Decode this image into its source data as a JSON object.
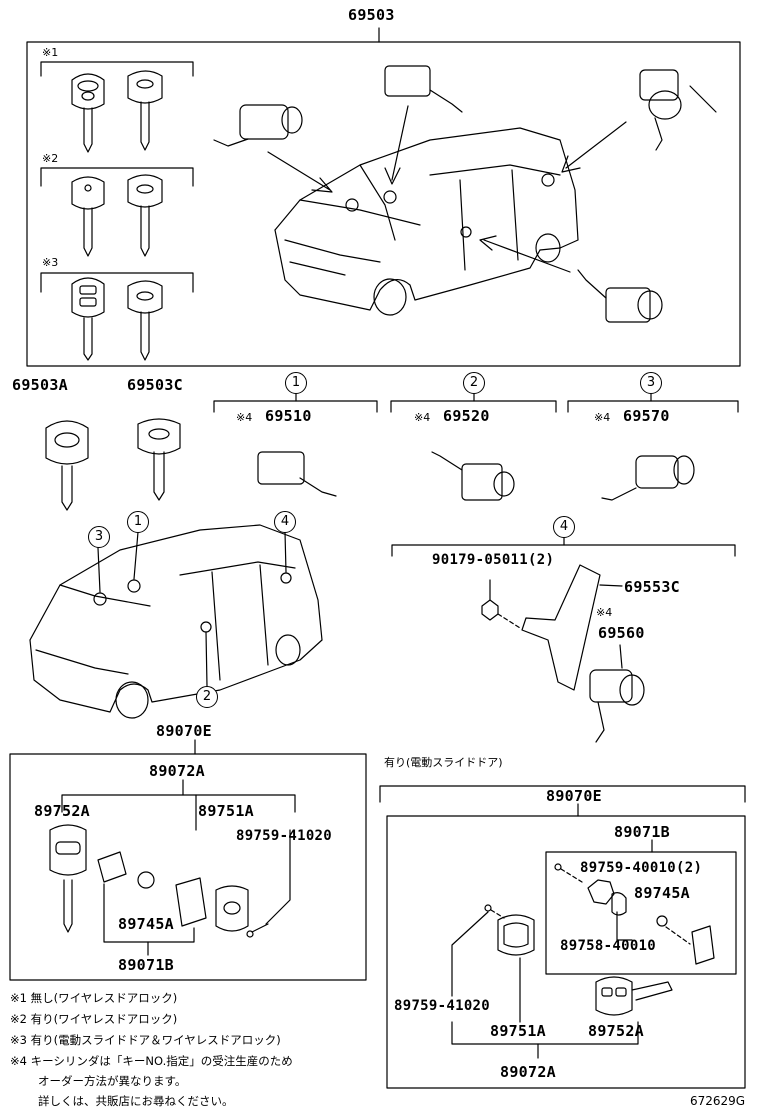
{
  "top": {
    "assembly": "69503",
    "marks": [
      "※1",
      "※2",
      "※3"
    ]
  },
  "mid": {
    "key_a": "69503A",
    "key_c": "69503C",
    "groups": [
      {
        "circle": "1",
        "mark": "※4",
        "part": "69510"
      },
      {
        "circle": "2",
        "mark": "※4",
        "part": "69520"
      },
      {
        "circle": "3",
        "mark": "※4",
        "part": "69570"
      }
    ],
    "car_circles": [
      "3",
      "1",
      "4",
      "2"
    ],
    "g4": {
      "circle": "4",
      "bolt": "90179-05011(2)",
      "bracket": "69553C",
      "mark": "※4",
      "cylinder": "69560"
    }
  },
  "left_box": {
    "title": "89070E",
    "sub": "89072A",
    "key": "89752A",
    "transmitter": "89751A",
    "screw": "89759-41020",
    "battery": "89745A",
    "set": "89071B"
  },
  "right_box": {
    "caption": "有り(電動スライドドア)",
    "title": "89070E",
    "set": "89071B",
    "screw_top": "89759-40010(2)",
    "battery": "89745A",
    "screw_bottom": "89758-40010",
    "screw_left": "89759-41020",
    "transmitter": "89751A",
    "key": "89752A",
    "sub": "89072A"
  },
  "notes": [
    "※1 無し(ワイヤレスドアロック)",
    "※2 有り(ワイヤレスドアロック)",
    "※3 有り(電動スライドドア＆ワイヤレスドアロック)",
    "※4 キーシリンダは「キーNO.指定」の受注生産のため",
    "オーダー方法が異なります。",
    "詳しくは、共販店にお尋ねください。"
  ],
  "figure_id": "672629G"
}
